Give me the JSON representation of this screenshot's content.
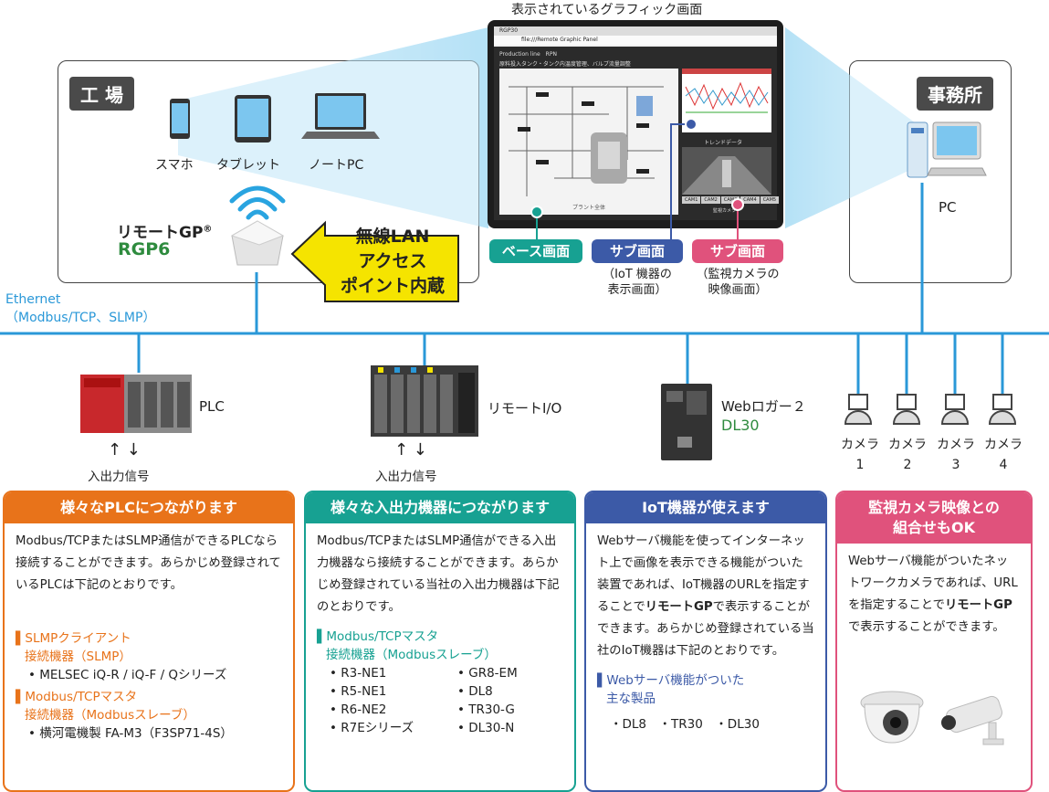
{
  "screen": {
    "caption": "表示されているグラフィック画面",
    "window_title": "RGP30",
    "address": "file:///Remote Graphic Panel",
    "production_line": "Production line　RPN",
    "sub_line": "原料投入タンク・タンク内温度管理、バルブ流量調整",
    "camera_title": "トレンドデータ",
    "camera_buttons": [
      "CAM1",
      "CAM2",
      "CAM3",
      "CAM4",
      "CAM5"
    ],
    "plant_label": "プラント全体",
    "cam_label": "監視カメラ"
  },
  "factory": {
    "label": "工 場",
    "devices": [
      "スマホ",
      "タブレット",
      "ノートPC"
    ],
    "remote_gp_name": "リモートGP",
    "remote_gp_mark": "®",
    "remote_gp_model": "RGP6",
    "wifi_callout": [
      "無線LAN",
      "アクセス",
      "ポイント内蔵"
    ]
  },
  "office": {
    "label": "事務所",
    "pc": "PC"
  },
  "tags": {
    "base": "ベース画面",
    "sub1": "サブ画面",
    "sub1_desc": [
      "（IoT 機器の",
      "表示画面）"
    ],
    "sub2": "サブ画面",
    "sub2_desc": [
      "（監視カメラの",
      "映像画面）"
    ]
  },
  "ethernet": [
    "Ethernet",
    "（Modbus/TCP、SLMP）"
  ],
  "devices": {
    "plc": "PLC",
    "remote_io": "リモートI/O",
    "weblogger": "Webロガー２",
    "weblogger_model": "DL30",
    "io_signal": "入出力信号",
    "cameras": [
      "カメラ",
      "カメラ",
      "カメラ",
      "カメラ"
    ],
    "camera_numbers": [
      "1",
      "2",
      "3",
      "4"
    ]
  },
  "panels": {
    "plc": {
      "title": "様々なPLCにつながります",
      "body": "Modbus/TCPまたはSLMP通信ができるPLCなら接続することができます。あらかじめ登録されているPLCは下記のとおりです。",
      "sub1": [
        "SLMPクライアント",
        "接続機器（SLMP）"
      ],
      "sub1_items": [
        "• MELSEC iQ-R / iQ-F / Qシリーズ"
      ],
      "sub2": [
        "Modbus/TCPマスタ",
        "接続機器（Modbusスレーブ）"
      ],
      "sub2_items": [
        "• 横河電機製 FA-M3（F3SP71-4S）"
      ]
    },
    "io": {
      "title": "様々な入出力機器につながります",
      "body": "Modbus/TCPまたはSLMP通信ができる入出力機器なら接続することができます。あらかじめ登録されている当社の入出力機器は下記のとおりです。",
      "sub": [
        "Modbus/TCPマスタ",
        "接続機器（Modbusスレーブ）"
      ],
      "items_left": [
        "• R3-NE1",
        "• R5-NE1",
        "• R6-NE2",
        "• R7Eシリーズ"
      ],
      "items_right": [
        "• GR8-EM",
        "• DL8",
        "• TR30-G",
        "• DL30-N"
      ]
    },
    "iot": {
      "title": "IoT機器が使えます",
      "body_pre": "Webサーバ機能を使ってインターネット上で画像を表示できる機能がついた装置であれば、IoT機器のURLを指定することで",
      "body_bold": "リモートGP",
      "body_post": "で表示することができます。あらかじめ登録されている当社のIoT機器は下記のとおりです。",
      "sub": [
        "Webサーバ機能がついた",
        "主な製品"
      ],
      "items": "・DL8　・TR30　・DL30"
    },
    "camera": {
      "title": [
        "監視カメラ映像との",
        "組合せもOK"
      ],
      "body_pre": "Webサーバ機能がついたネットワークカメラであれば、URLを指定することで",
      "body_bold": "リモートGP",
      "body_post": "で表示することができます。"
    }
  },
  "colors": {
    "orange": "#e8731a",
    "teal": "#17a192",
    "blue": "#3c5aa7",
    "pink": "#e0527c",
    "ethernet": "#2a98d8",
    "yellow": "#f5e400",
    "green": "#2e8b3e"
  }
}
